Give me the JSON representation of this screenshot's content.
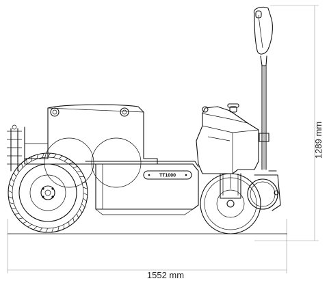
{
  "diagram": {
    "model_badge": "TT1000",
    "dimensions": {
      "length": "1552 mm",
      "height": "1289 mm"
    }
  }
}
